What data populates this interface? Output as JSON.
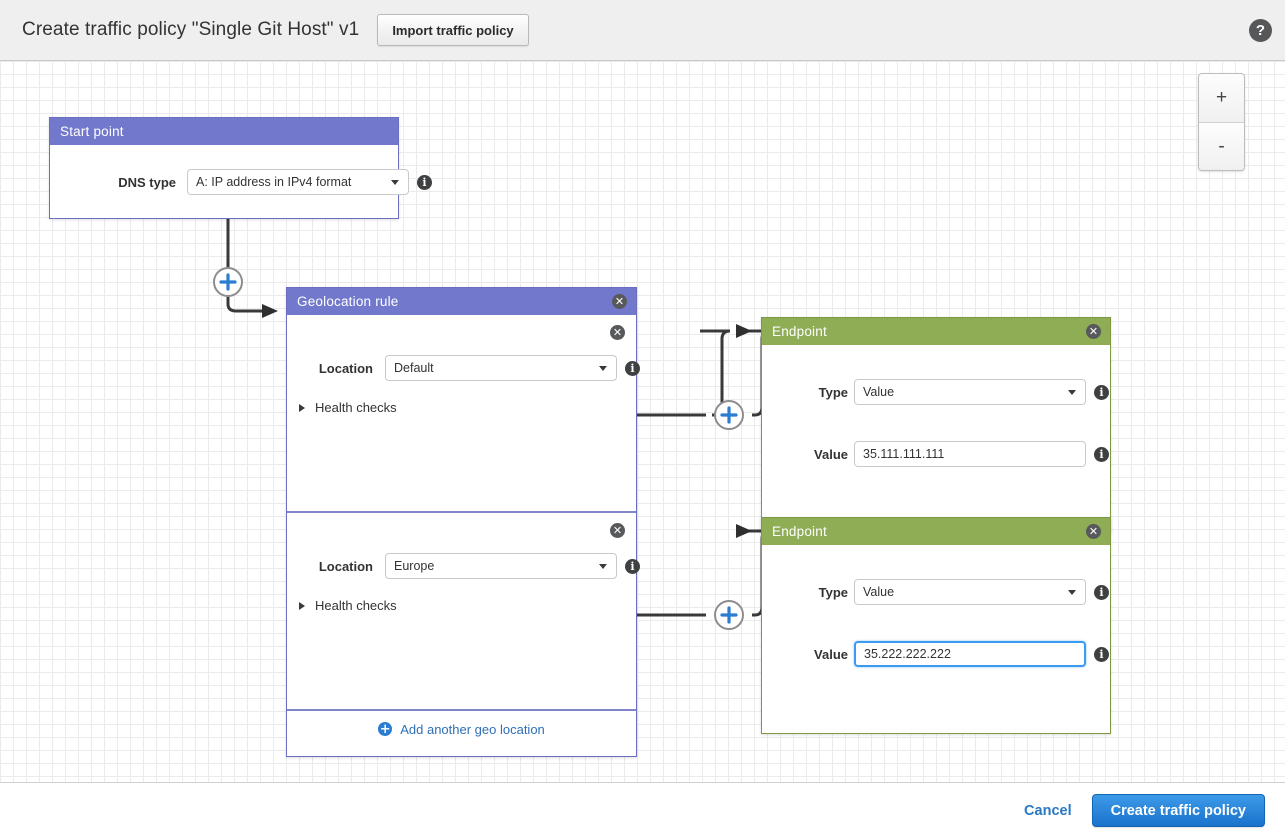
{
  "header": {
    "title": "Create traffic policy \"Single Git Host\" v1",
    "import_button": "Import traffic policy",
    "help_icon": "?"
  },
  "canvas": {
    "zoom_in": "+",
    "zoom_out": "-"
  },
  "start_point": {
    "title": "Start point",
    "dns_type_label": "DNS type",
    "dns_type_value": "A: IP address in IPv4 format"
  },
  "geolocation_rule": {
    "title": "Geolocation rule",
    "add_location_label": "Add another geo location",
    "locations": [
      {
        "label": "Location",
        "value": "Default",
        "health_checks_label": "Health checks"
      },
      {
        "label": "Location",
        "value": "Europe",
        "health_checks_label": "Health checks"
      }
    ]
  },
  "endpoints": [
    {
      "title": "Endpoint",
      "type_label": "Type",
      "type_value": "Value",
      "value_label": "Value",
      "value": "35.111.111.111",
      "focused": false
    },
    {
      "title": "Endpoint",
      "type_label": "Type",
      "type_value": "Value",
      "value_label": "Value",
      "value": "35.222.222.222",
      "focused": true
    }
  ],
  "connectors": {
    "plus_glyph": "+"
  },
  "footer": {
    "cancel_label": "Cancel",
    "create_label": "Create traffic policy"
  },
  "colors": {
    "rule_header": "#7279cd",
    "endpoint_header": "#8ead55",
    "primary_button": "#1b72cc",
    "link": "#2878c4"
  }
}
